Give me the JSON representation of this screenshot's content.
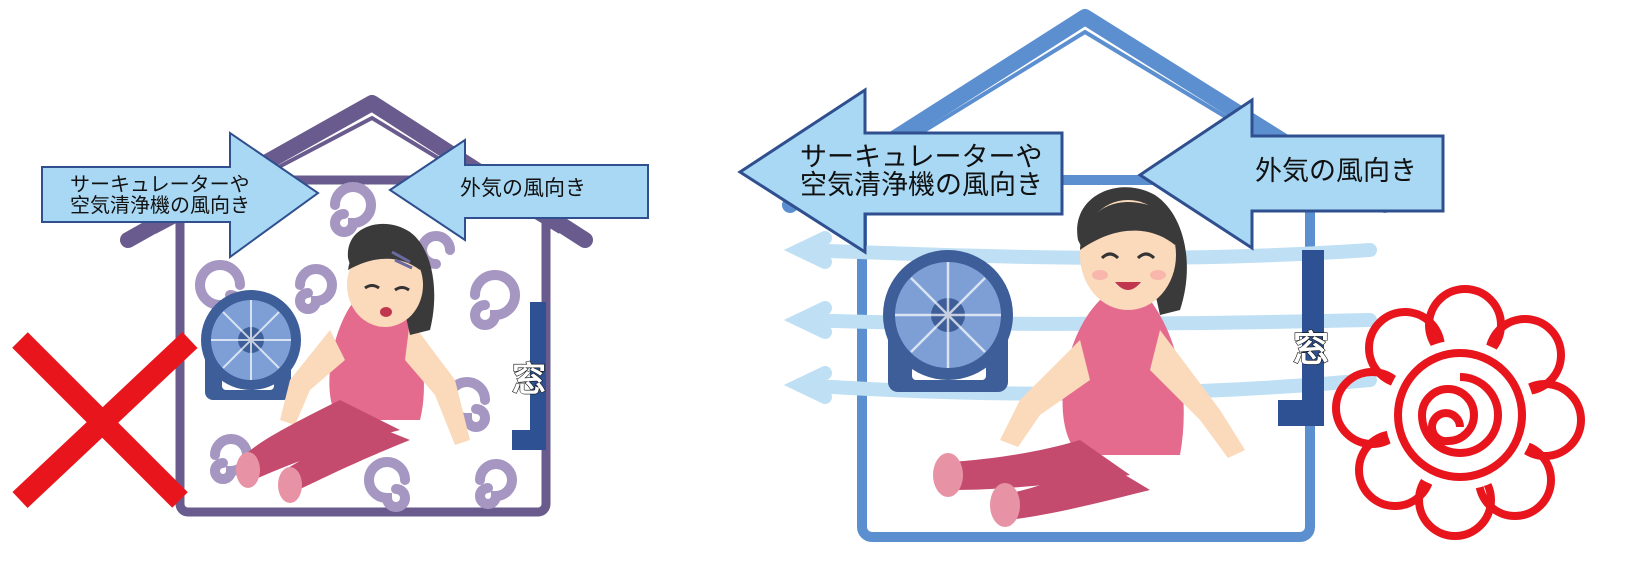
{
  "left_panel": {
    "circulator_arrow": {
      "line1": "サーキュレーターや",
      "line2": "空気清浄機の風向き"
    },
    "outside_arrow": {
      "label": "外気の風向き"
    },
    "window_label": "窓",
    "verdict": "bad",
    "verdict_icon": "red-x-icon"
  },
  "right_panel": {
    "circulator_arrow": {
      "line1": "サーキュレーターや",
      "line2": "空気清浄機の風向き"
    },
    "outside_arrow": {
      "label": "外気の風向き"
    },
    "window_label": "窓",
    "verdict": "good",
    "verdict_icon": "red-flower-circle-icon"
  },
  "colors": {
    "arrow_fill": "#a8d8f4",
    "arrow_stroke": "#2f4f8f",
    "left_house": "#6a5b8e",
    "left_swirl": "#a596c2",
    "right_house": "#5b8fd0",
    "window_bar": "#2d5193",
    "mark_red": "#e8151d",
    "fan_blue": "#3d5e98",
    "shirt_pink": "#e46a8e",
    "pants_pink": "#c44a6e",
    "hair": "#3a3a3a",
    "skin": "#fbd9bb",
    "airflow": "#bfe0f4"
  }
}
